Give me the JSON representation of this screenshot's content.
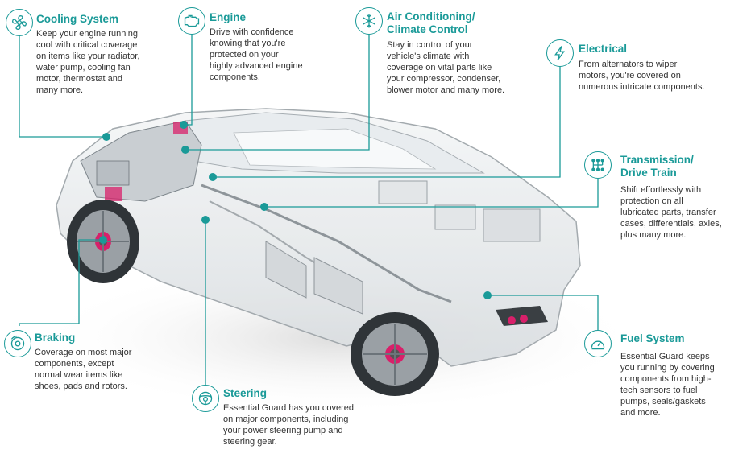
{
  "colors": {
    "accent": "#1a9a98",
    "text": "#333333",
    "highlight": "#d8206a"
  },
  "callouts": {
    "cooling": {
      "title": "Cooling System",
      "lines": [
        "Keep your engine running",
        "cool with critical coverage",
        "on items like your radiator,",
        "water pump, cooling fan",
        "motor, thermostat and",
        "many more."
      ],
      "icon": "fan-icon"
    },
    "engine": {
      "title": "Engine",
      "lines": [
        "Drive with confidence",
        "knowing that you're",
        "protected on your",
        "highly advanced engine",
        "components."
      ],
      "icon": "engine-icon"
    },
    "ac": {
      "title_lines": [
        "Air Conditioning/",
        "Climate Control"
      ],
      "lines": [
        "Stay in control of your",
        "vehicle's climate with",
        "coverage on vital parts like",
        "your compressor, condenser,",
        "blower motor and many more."
      ],
      "icon": "snowflake-icon"
    },
    "electrical": {
      "title": "Electrical",
      "lines": [
        "From alternators to wiper",
        "motors, you're covered on",
        "numerous intricate components."
      ],
      "icon": "lightning-icon"
    },
    "transmission": {
      "title_lines": [
        "Transmission/",
        "Drive Train"
      ],
      "lines": [
        "Shift effortlessly with",
        "protection on all",
        "lubricated parts, transfer",
        "cases, differentials, axles,",
        "plus many more."
      ],
      "icon": "gear-shift-icon"
    },
    "braking": {
      "title": "Braking",
      "lines": [
        "Coverage on most major",
        "components, except",
        "normal wear items like",
        "shoes, pads and rotors."
      ],
      "icon": "brake-disc-icon"
    },
    "steering": {
      "title": "Steering",
      "lines": [
        "Essential Guard has you covered",
        "on major components, including",
        "your power steering pump and",
        "steering gear."
      ],
      "icon": "steering-wheel-icon"
    },
    "fuel": {
      "title": "Fuel System",
      "lines": [
        "Essential Guard keeps",
        "you running by covering",
        "components from high-",
        "tech sensors to fuel",
        "pumps, seals/gaskets",
        "and more."
      ],
      "icon": "fuel-gauge-icon"
    }
  }
}
